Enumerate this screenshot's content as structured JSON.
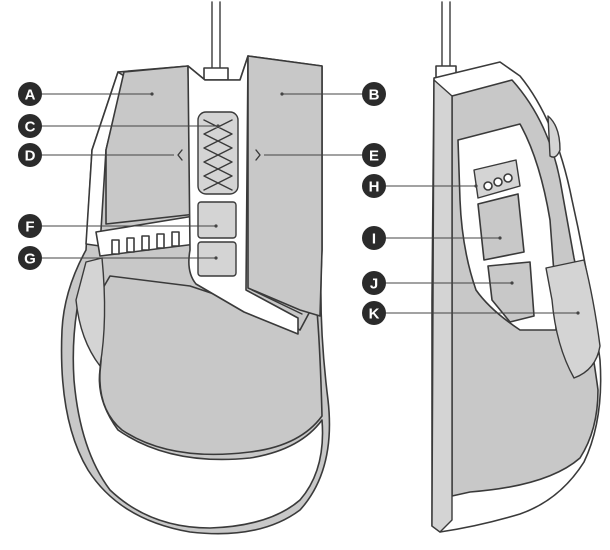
{
  "callouts": [
    {
      "id": "A",
      "label": "A",
      "side": "left"
    },
    {
      "id": "B",
      "label": "B",
      "side": "right"
    },
    {
      "id": "C",
      "label": "C",
      "side": "left"
    },
    {
      "id": "D",
      "label": "D",
      "side": "left"
    },
    {
      "id": "E",
      "label": "E",
      "side": "right"
    },
    {
      "id": "F",
      "label": "F",
      "side": "left"
    },
    {
      "id": "G",
      "label": "G",
      "side": "left"
    },
    {
      "id": "H",
      "label": "H",
      "side": "left"
    },
    {
      "id": "I",
      "label": "I",
      "side": "left"
    },
    {
      "id": "J",
      "label": "J",
      "side": "left"
    },
    {
      "id": "K",
      "label": "K",
      "side": "left"
    }
  ],
  "colors": {
    "callout_fill": "#2b2b2b",
    "callout_text": "#ffffff",
    "mouse_shell": "#c8c8c8",
    "outline": "#3a3a3a"
  }
}
